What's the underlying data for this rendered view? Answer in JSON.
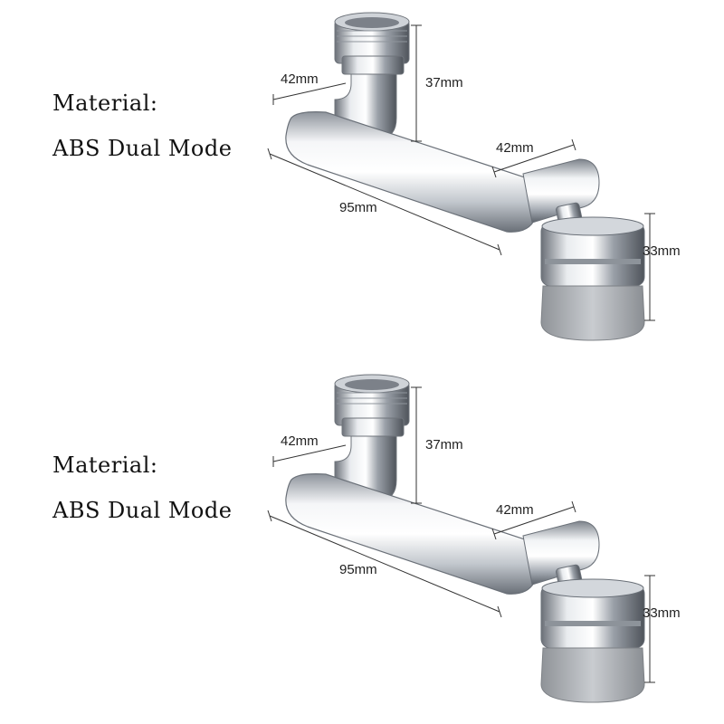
{
  "panels": [
    {
      "material_label": "Material:",
      "material_value": "ABS Dual Mode",
      "dims": {
        "inlet_width": "42mm",
        "inlet_height": "37mm",
        "arm_top": "42mm",
        "arm_length": "95mm",
        "aerator_height": "33mm"
      }
    },
    {
      "material_label": "Material:",
      "material_value": "ABS Dual Mode",
      "dims": {
        "inlet_width": "42mm",
        "inlet_height": "37mm",
        "arm_top": "42mm",
        "arm_length": "95mm",
        "aerator_height": "33mm"
      }
    }
  ],
  "colors": {
    "chrome_light": "#f4f5f7",
    "chrome_mid": "#b9bec6",
    "chrome_dark": "#5d636b",
    "aerator_tip": "#a9adb2"
  }
}
